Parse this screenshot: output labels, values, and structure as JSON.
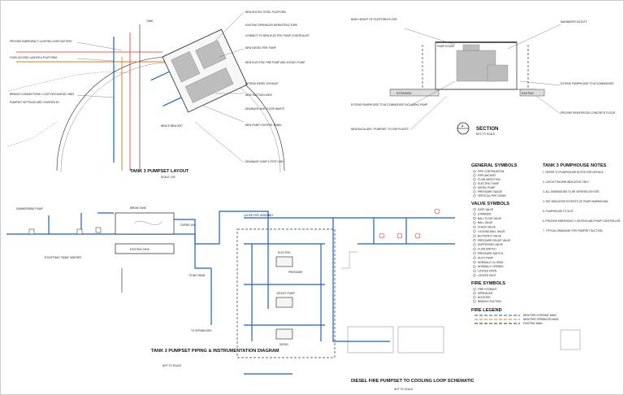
{
  "tank_layout": {
    "title": "TANK 3 PUMPSET LAYOUT",
    "scale": "SCALE 1:50",
    "callouts_left": [
      "PROVIDE EMERGENCY LIGHTING OVER BATTERY",
      "FIXED ACCESS LADDER & PLATFORM",
      "BRANCH CONNECTIONS / LOOP DISCHARGE LINES",
      "PUMPSET SETTINGS ARE COVERED BY"
    ],
    "callouts_right": [
      "NEW BOLTED STEEL PLATFORM",
      "EXISTING SPRINKLER INFRASTRUCTURE",
      "CONNECT TO NEW ELECTRIC PUMP CONTROLLER",
      "NEW DIESEL FIRE PUMP",
      "NEW ELECTRIC FIRE PUMP AND JOCKEY PUMP",
      "EXTEND DIESEL EXHAUST",
      "NEW SUCTION LINES",
      "DRAINAGE AND FLOOR WASTE",
      "NEW PUMP CONTROL PANEL",
      "DRAINAGE SUMP & TEST LINE"
    ],
    "tank_label": "TANK",
    "bracket_label": "BRACE BRACKET"
  },
  "pumphouse_section": {
    "callouts_left": [
      "BASE HEIGHT OF PLATFORM FLOOR",
      "EXTEND PUMPHOUSE TO ACCOMMODATE INCLUDING PUMP",
      "NEW ANCILLARY / PUMPSET / FLOOR PLANTS"
    ],
    "callouts_right": [
      "RAINWATER OUTLET",
      "EXTEND PUMPHOUSE TO ACCOMMODATE",
      "PROVIDE REINFORCED CONCRETE FLOOR"
    ],
    "pump_label": "PUMP HOUSE",
    "section_title": "SECTION",
    "section_no": "A",
    "section_scale": "NOT TO SCALE",
    "extension_label": "EXTENSION",
    "existing_label": "EXISTING"
  },
  "general_symbols": {
    "title": "GENERAL SYMBOLS",
    "items": [
      "PIPE CONTINUATION",
      "PIPE ANCHOR",
      "FLOW DIRECTION",
      "ELECTRIC PUMP",
      "DIESEL PUMP",
      "PRESSURE GAUGE",
      "VERTICAL PIPE DOWN"
    ]
  },
  "valve_symbols": {
    "title": "VALVE SYMBOLS",
    "items": [
      "GATE VALVE",
      "STRAINER",
      "BALL FLOAT VALVE",
      "BALL VALVE",
      "CHECK VALVE",
      "LOCKING BALL VALVE",
      "BUTTERFLY VALVE",
      "PRESSURE RELIEF VALVE",
      "SUPERVISED VALVE",
      "FLOW SWITCH",
      "PRESSURE SWITCH",
      "AUTO PUMP",
      "NORMALLY CLOSED",
      "NORMALLY OPENED",
      "LOCKED OPEN",
      "LOCKED SHUT"
    ]
  },
  "fire_symbols": {
    "title": "FIRE SYMBOLS",
    "items": [
      "FIRE HYDRANT",
      "SPRINKLER",
      "BOOSTER",
      "BRANCH SUCTION"
    ]
  },
  "fire_legend": {
    "title": "FIRE LEGEND",
    "items": [
      "NEW FIRE HYDRANT MAIN",
      "NEW FIRE SPRINKLER MAIN",
      "EXISTING MAIN"
    ]
  },
  "notes": {
    "title": "TANK 3 PUMPHOUSE NOTES",
    "items": [
      "1. REFER TO PUMPHOUSE NOTES FOR DETAILS.",
      "2. LAYOUT SHOWN INDICATIVE ONLY.",
      "3. ALL DIMENSIONS TO BE VERIFIED ON SITE.",
      "4. SET INDICATIVE EXTENTS OF PUMP DIMENSIONS.",
      "5. PUMPHOUSE TO SUIT.",
      "6. PROVIDE EMERGENCY LIGHTING AND PUMP CONTROLLER.",
      "7. TYPICAL DRAINAGE FOR PUMPSET SUCTION."
    ]
  },
  "schematic_left": {
    "title": "TANK 3 PUMPSET PIPING & INSTRUMENTATION DIAGRAM",
    "scale": "NOT TO SCALE",
    "labels": [
      "EXISTING TANK WATER",
      "SUBMERSIBLE PUMP",
      "EXISTING TANK",
      "BREAK TANK",
      "OVERFLOW",
      "TO SPRINKLERS",
      "TO BE DRAIN"
    ]
  },
  "schematic_main": {
    "title": "DIESEL FIRE PUMPSET TO COOLING LOOP SCHEMATIC",
    "scale": "NOT TO SCALE",
    "labels": [
      "ELECTRIC",
      "JOCKEY PUMP",
      "DIESEL",
      "PRESSURE",
      "LOOSE PIPE ASSEMBLY"
    ]
  },
  "colors": {
    "water": "#1f5fc8",
    "hydrant": "#d33333",
    "sprinkler": "#e07a1a",
    "ink": "#222222"
  }
}
